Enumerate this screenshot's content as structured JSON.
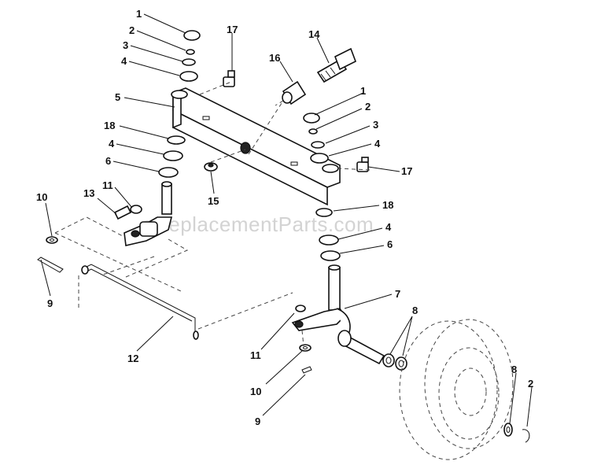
{
  "watermark": "eReplacementParts.com",
  "callouts": [
    {
      "id": "c1a",
      "text": "1"
    },
    {
      "id": "c2a",
      "text": "2"
    },
    {
      "id": "c3a",
      "text": "3"
    },
    {
      "id": "c4a",
      "text": "4"
    },
    {
      "id": "c5",
      "text": "5"
    },
    {
      "id": "c18a",
      "text": "18"
    },
    {
      "id": "c4b",
      "text": "4"
    },
    {
      "id": "c6a",
      "text": "6"
    },
    {
      "id": "c10a",
      "text": "10"
    },
    {
      "id": "c11a",
      "text": "11"
    },
    {
      "id": "c13",
      "text": "13"
    },
    {
      "id": "c9a",
      "text": "9"
    },
    {
      "id": "c12",
      "text": "12"
    },
    {
      "id": "c15",
      "text": "15"
    },
    {
      "id": "c17a",
      "text": "17"
    },
    {
      "id": "c16",
      "text": "16"
    },
    {
      "id": "c14",
      "text": "14"
    },
    {
      "id": "c1b",
      "text": "1"
    },
    {
      "id": "c2b",
      "text": "2"
    },
    {
      "id": "c3b",
      "text": "3"
    },
    {
      "id": "c4c",
      "text": "4"
    },
    {
      "id": "c17b",
      "text": "17"
    },
    {
      "id": "c18b",
      "text": "18"
    },
    {
      "id": "c4d",
      "text": "4"
    },
    {
      "id": "c6b",
      "text": "6"
    },
    {
      "id": "c7",
      "text": "7"
    },
    {
      "id": "c8a",
      "text": "8"
    },
    {
      "id": "c11b",
      "text": "11"
    },
    {
      "id": "c10b",
      "text": "10"
    },
    {
      "id": "c9b",
      "text": "9"
    },
    {
      "id": "c8b",
      "text": "8"
    },
    {
      "id": "c2c",
      "text": "2"
    }
  ]
}
